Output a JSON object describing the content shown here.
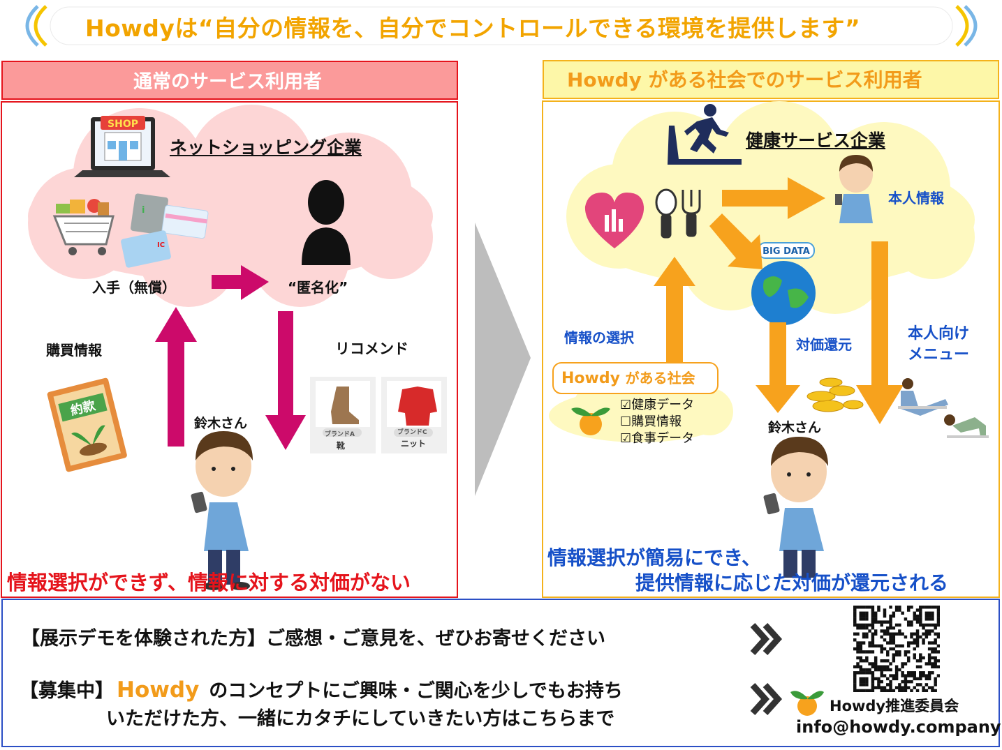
{
  "title": {
    "brand": "Howdy",
    "text": "は“自分の情報を、自分でコントロールできる環境を提供します”"
  },
  "left": {
    "header": "通常のサービス利用者",
    "company": "ネットショッピング企業",
    "shop_sign": "SHOP",
    "acquire": "入手（無償）",
    "anonymize": "“匿名化”",
    "purchase_info": "購買情報",
    "recommend": "リコメンド",
    "terms": "約款",
    "user": "鈴木さん",
    "card_ic": "IC",
    "products": [
      {
        "brand": "ブランドA",
        "name": "靴"
      },
      {
        "brand": "ブランドC",
        "name": "ニット"
      }
    ],
    "footer": "情報選択ができず、情報に対する対価がない"
  },
  "right": {
    "header_brand": "Howdy",
    "header": "がある社会でのサービス利用者",
    "company": "健康サービス企業",
    "personal_info": "本人情報",
    "big_data": "BIG DATA",
    "info_select": "情報の選択",
    "compensation": "対価還元",
    "menu_line1": "本人向け",
    "menu_line2": "メニュー",
    "society_brand": "Howdy",
    "society": "がある社会",
    "checklist": [
      "☑健康データ",
      "☐購買情報",
      "☑食事データ"
    ],
    "user": "鈴木さん",
    "footer_line1": "情報選択が簡易にでき、",
    "footer_line2": "提供情報に応じた対価が還元される"
  },
  "bottom": {
    "line1": "【展示デモを体験された方】ご感想・ご意見を、ぜひお寄せください",
    "line2_prefix": "【募集中】",
    "line2_brand": "Howdy",
    "line2_suffix": "のコンセプトにご興味・ご関心を少しでもお持ち",
    "line3": "いただけた方、一緒にカタチにしていきたい方はこちらまで",
    "org": "Howdy推進委員会",
    "email": "info@howdy.company"
  },
  "colors": {
    "magenta": "#cc0a6a",
    "orange": "#f7a21d",
    "red": "#e5141c",
    "blue": "#1650c8",
    "cloud_pink": "#fdd6d6",
    "cloud_yellow": "#fef9c0"
  }
}
